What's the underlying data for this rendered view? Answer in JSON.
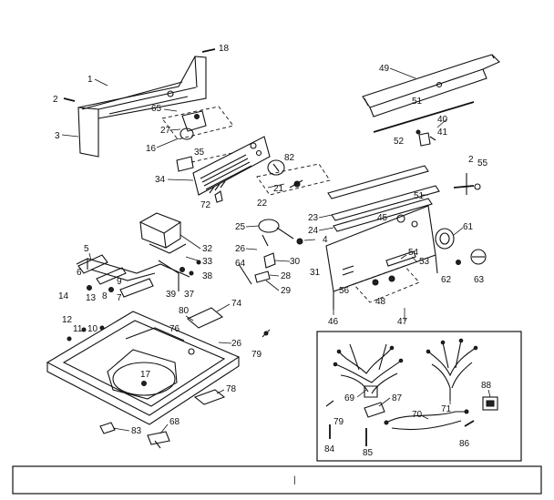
{
  "diagram": {
    "type": "exploded-parts-diagram",
    "footer_mark": "|",
    "callouts": [
      {
        "id": "1",
        "text": "1"
      },
      {
        "id": "2a",
        "text": "2"
      },
      {
        "id": "3",
        "text": "3"
      },
      {
        "id": "18",
        "text": "18"
      },
      {
        "id": "65",
        "text": "65"
      },
      {
        "id": "27",
        "text": "27"
      },
      {
        "id": "16",
        "text": "16"
      },
      {
        "id": "35",
        "text": "35"
      },
      {
        "id": "34",
        "text": "34"
      },
      {
        "id": "82",
        "text": "82"
      },
      {
        "id": "21",
        "text": "21"
      },
      {
        "id": "22",
        "text": "22"
      },
      {
        "id": "72",
        "text": "72"
      },
      {
        "id": "49",
        "text": "49"
      },
      {
        "id": "51a",
        "text": "51"
      },
      {
        "id": "52",
        "text": "52"
      },
      {
        "id": "40",
        "text": "40"
      },
      {
        "id": "41",
        "text": "41"
      },
      {
        "id": "2b",
        "text": "2"
      },
      {
        "id": "55",
        "text": "55"
      },
      {
        "id": "51b",
        "text": "51"
      },
      {
        "id": "23",
        "text": "23"
      },
      {
        "id": "24",
        "text": "24"
      },
      {
        "id": "45",
        "text": "45"
      },
      {
        "id": "61",
        "text": "61"
      },
      {
        "id": "25",
        "text": "25"
      },
      {
        "id": "4",
        "text": "4"
      },
      {
        "id": "26a",
        "text": "26"
      },
      {
        "id": "30",
        "text": "30"
      },
      {
        "id": "64",
        "text": "64"
      },
      {
        "id": "28",
        "text": "28"
      },
      {
        "id": "29",
        "text": "29"
      },
      {
        "id": "31",
        "text": "31"
      },
      {
        "id": "54",
        "text": "54"
      },
      {
        "id": "53",
        "text": "53"
      },
      {
        "id": "56",
        "text": "56"
      },
      {
        "id": "48",
        "text": "48"
      },
      {
        "id": "47",
        "text": "47"
      },
      {
        "id": "46",
        "text": "46"
      },
      {
        "id": "62",
        "text": "62"
      },
      {
        "id": "63",
        "text": "63"
      },
      {
        "id": "32",
        "text": "32"
      },
      {
        "id": "33",
        "text": "33"
      },
      {
        "id": "38",
        "text": "38"
      },
      {
        "id": "39",
        "text": "39"
      },
      {
        "id": "37",
        "text": "37"
      },
      {
        "id": "5",
        "text": "5"
      },
      {
        "id": "6",
        "text": "6"
      },
      {
        "id": "9",
        "text": "9"
      },
      {
        "id": "13",
        "text": "13"
      },
      {
        "id": "14",
        "text": "14"
      },
      {
        "id": "8",
        "text": "8"
      },
      {
        "id": "7",
        "text": "7"
      },
      {
        "id": "74",
        "text": "74"
      },
      {
        "id": "80",
        "text": "80"
      },
      {
        "id": "12",
        "text": "12"
      },
      {
        "id": "11",
        "text": "11"
      },
      {
        "id": "10",
        "text": "10"
      },
      {
        "id": "76",
        "text": "76"
      },
      {
        "id": "26b",
        "text": "26"
      },
      {
        "id": "79a",
        "text": "79"
      },
      {
        "id": "17",
        "text": "17"
      },
      {
        "id": "78",
        "text": "78"
      },
      {
        "id": "83",
        "text": "83"
      },
      {
        "id": "68",
        "text": "68"
      },
      {
        "id": "69",
        "text": "69"
      },
      {
        "id": "87",
        "text": "87"
      },
      {
        "id": "71",
        "text": "71"
      },
      {
        "id": "88",
        "text": "88"
      },
      {
        "id": "79b",
        "text": "79"
      },
      {
        "id": "70",
        "text": "70"
      },
      {
        "id": "84",
        "text": "84"
      },
      {
        "id": "85",
        "text": "85"
      },
      {
        "id": "86",
        "text": "86"
      }
    ]
  }
}
